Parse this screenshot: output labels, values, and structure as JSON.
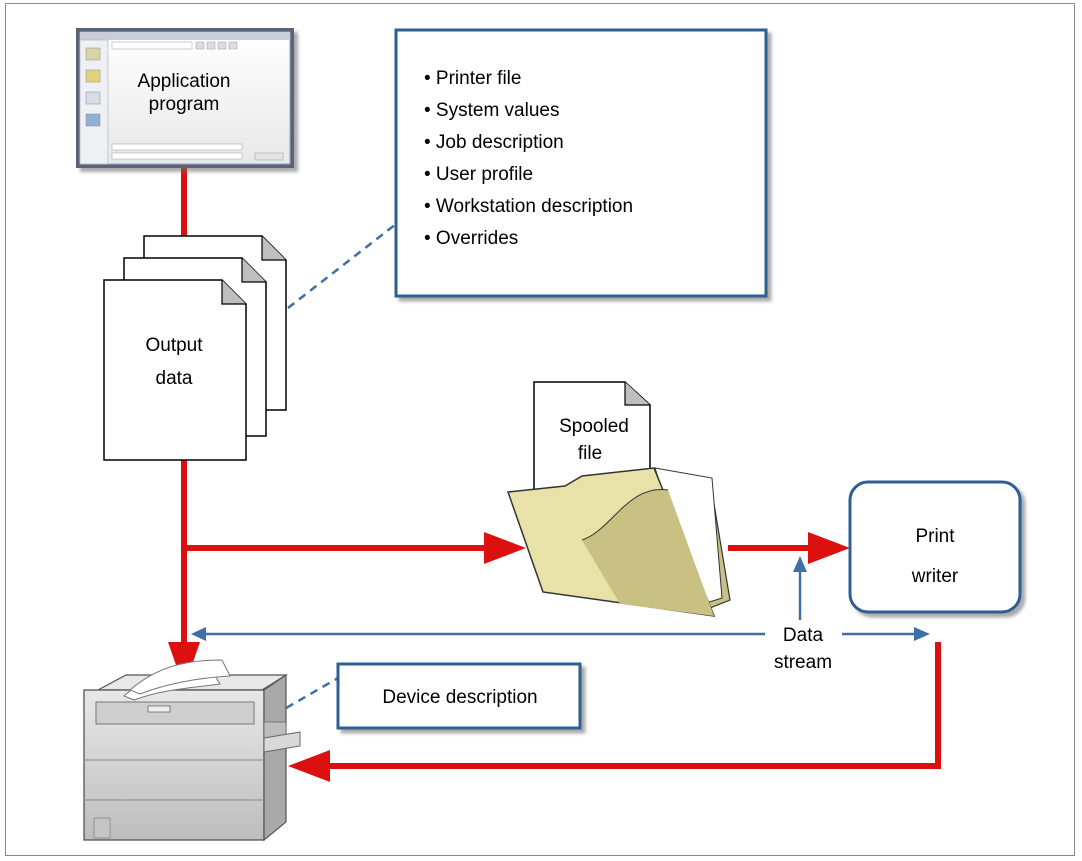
{
  "nodes": {
    "application_program": {
      "lines": [
        "Application",
        "program"
      ]
    },
    "attributes_box": {
      "items": [
        "Printer file",
        "System values",
        "Job description",
        "User profile",
        "Workstation description",
        "Overrides"
      ]
    },
    "output_data": {
      "lines": [
        "Output",
        "data"
      ]
    },
    "spooled_file": {
      "lines": [
        "Spooled",
        "file"
      ]
    },
    "print_writer": {
      "lines": [
        "Print",
        "writer"
      ]
    },
    "data_stream": {
      "lines": [
        "Data",
        "stream"
      ]
    },
    "device_description": {
      "label": "Device description"
    }
  },
  "colors": {
    "flow_red": "#dd1010",
    "stream_blue": "#3f6fa6",
    "box_border": "#2f5f93",
    "folder_fill": "#e8e2a9",
    "folder_dark": "#c9c083",
    "printer_body": "#d6d6d6"
  },
  "icons": {
    "application_window": "application-window-icon",
    "documents": "document-stack-icon",
    "folder": "folder-icon",
    "printer": "printer-icon"
  }
}
